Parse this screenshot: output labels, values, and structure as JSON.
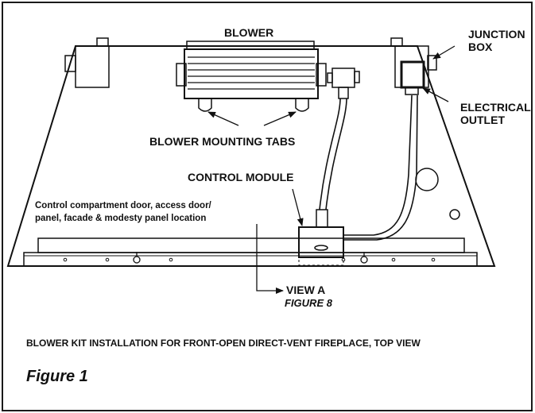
{
  "labels": {
    "blower": "BLOWER",
    "junction_box_line1": "JUNCTION",
    "junction_box_line2": "BOX",
    "electrical_outlet_line1": "ELECTRICAL",
    "electrical_outlet_line2": "OUTLET",
    "blower_mounting_tabs": "BLOWER MOUNTING TABS",
    "control_module": "CONTROL MODULE",
    "compartment_line1": "Control compartment door, access door/",
    "compartment_line2": "panel, facade & modesty panel location",
    "view_a": "VIEW A",
    "figure_8": "FIGURE 8"
  },
  "caption": "BLOWER KIT INSTALLATION FOR FRONT-OPEN DIRECT-VENT FIREPLACE, TOP VIEW",
  "figure_label": "Figure 1",
  "colors": {
    "line": "#111111",
    "background": "#ffffff"
  }
}
